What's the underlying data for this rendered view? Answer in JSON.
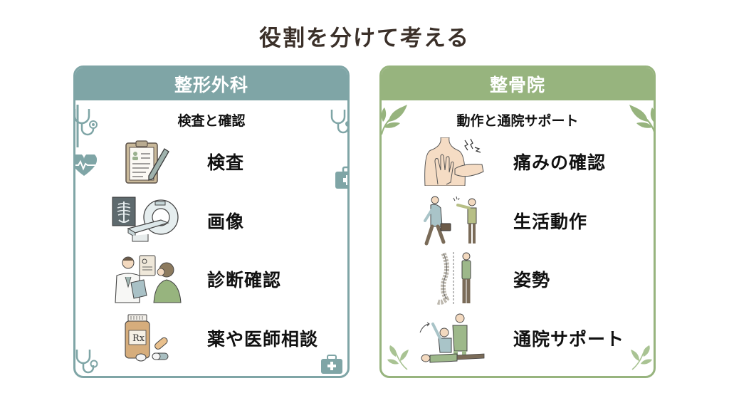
{
  "title": "役割を分けて考える",
  "colors": {
    "title": "#3b3029",
    "orthopedics_accent": "#7fa5a6",
    "bonesetter_accent": "#97b47e"
  },
  "cards": [
    {
      "header": "整形外科",
      "subtitle": "検査と確認",
      "items": [
        {
          "label": "検査",
          "icon": "clipboard-pen-icon"
        },
        {
          "label": "画像",
          "icon": "xray-mri-icon"
        },
        {
          "label": "診断確認",
          "icon": "doctor-consultation-icon"
        },
        {
          "label": "薬や医師相談",
          "icon": "medicine-bottle-icon"
        }
      ],
      "decorations": [
        "stethoscope-icon",
        "heart-pulse-icon",
        "medical-kit-icon"
      ]
    },
    {
      "header": "整骨院",
      "subtitle": "動作と通院サポート",
      "items": [
        {
          "label": "痛みの確認",
          "icon": "back-pain-palpation-icon"
        },
        {
          "label": "生活動作",
          "icon": "daily-movement-icon"
        },
        {
          "label": "姿勢",
          "icon": "spine-posture-icon"
        },
        {
          "label": "通院サポート",
          "icon": "therapy-support-icon"
        }
      ],
      "decorations": [
        "leaf-sprig-icon"
      ]
    }
  ]
}
